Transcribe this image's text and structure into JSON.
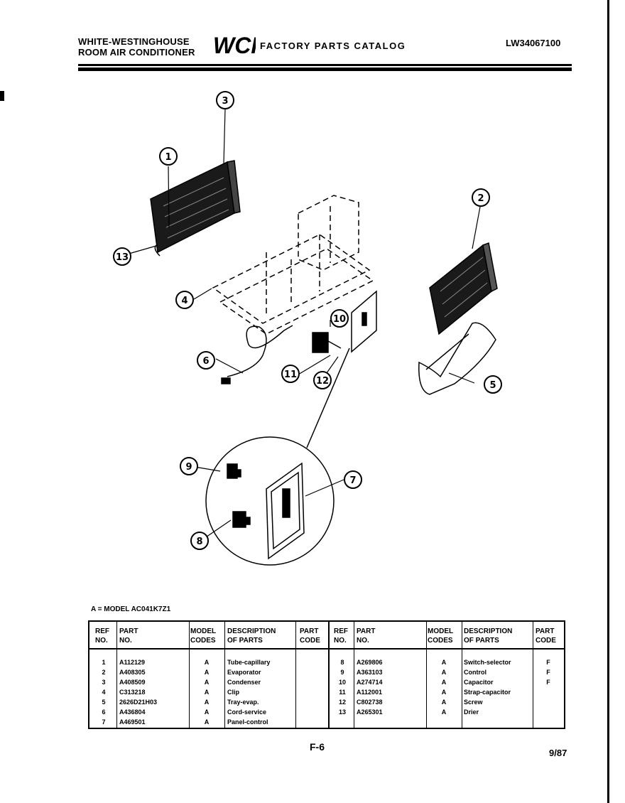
{
  "header": {
    "manufacturer_line1": "WHITE-WESTINGHOUSE",
    "manufacturer_line2": "ROOM AIR CONDITIONER",
    "logo_text": "WCI",
    "catalog_title": "FACTORY PARTS CATALOG",
    "document_number": "LW34067100"
  },
  "diagram": {
    "callouts": [
      "1",
      "2",
      "3",
      "4",
      "5",
      "6",
      "7",
      "8",
      "9",
      "10",
      "11",
      "12",
      "13"
    ]
  },
  "model_note": "A = MODEL AC041K7Z1",
  "table": {
    "headers": {
      "ref_no": [
        "REF",
        "NO."
      ],
      "part_no": [
        "PART",
        "NO."
      ],
      "model_codes": [
        "MODEL",
        "CODES"
      ],
      "description": [
        "DESCRIPTION",
        "OF PARTS"
      ],
      "part_code": [
        "PART",
        "CODE"
      ]
    },
    "left_rows": [
      {
        "ref": "1",
        "part": "A112129",
        "model": "A",
        "desc": "Tube-capillary",
        "code": ""
      },
      {
        "ref": "2",
        "part": "A408305",
        "model": "A",
        "desc": "Evaporator",
        "code": ""
      },
      {
        "ref": "3",
        "part": "A408509",
        "model": "A",
        "desc": "Condenser",
        "code": ""
      },
      {
        "ref": "4",
        "part": "C313218",
        "model": "A",
        "desc": "Clip",
        "code": ""
      },
      {
        "ref": "5",
        "part": "2626D21H03",
        "model": "A",
        "desc": "Tray-evap.",
        "code": ""
      },
      {
        "ref": "6",
        "part": "A436804",
        "model": "A",
        "desc": "Cord-service",
        "code": ""
      },
      {
        "ref": "7",
        "part": "A469501",
        "model": "A",
        "desc": "Panel-control",
        "code": ""
      }
    ],
    "right_rows": [
      {
        "ref": "8",
        "part": "A269806",
        "model": "A",
        "desc": "Switch-selector",
        "code": "F"
      },
      {
        "ref": "9",
        "part": "A363103",
        "model": "A",
        "desc": "Control",
        "code": "F"
      },
      {
        "ref": "10",
        "part": "A274714",
        "model": "A",
        "desc": "Capacitor",
        "code": "F"
      },
      {
        "ref": "11",
        "part": "A112001",
        "model": "A",
        "desc": "Strap-capacitor",
        "code": ""
      },
      {
        "ref": "12",
        "part": "C802738",
        "model": "A",
        "desc": "Screw",
        "code": ""
      },
      {
        "ref": "13",
        "part": "A265301",
        "model": "A",
        "desc": "Drier",
        "code": ""
      }
    ]
  },
  "footer": {
    "page": "F-6",
    "date": "9/87"
  }
}
